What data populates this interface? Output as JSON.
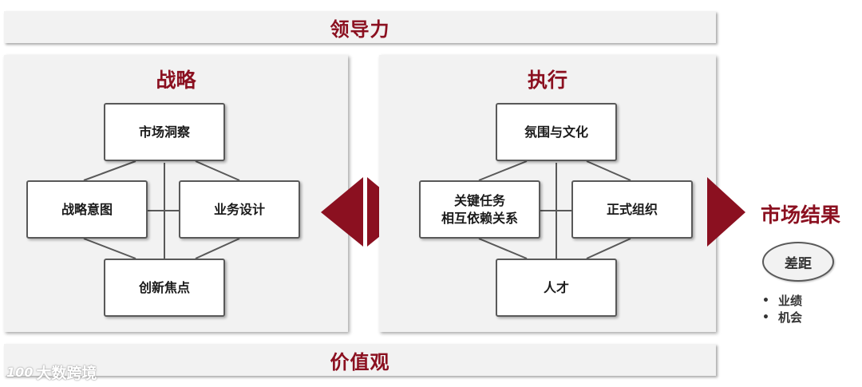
{
  "top_bar": "领导力",
  "bottom_bar": "价值观",
  "strategy": {
    "title": "战略",
    "top": "市场洞察",
    "left": "战略意图",
    "right": "业务设计",
    "bottom": "创新焦点"
  },
  "execution": {
    "title": "执行",
    "top": "氛围与文化",
    "left_line1": "关键任务",
    "left_line2": "相互依赖关系",
    "right": "正式组织",
    "bottom": "人才"
  },
  "result": {
    "title": "市场结果",
    "gap": "差距",
    "bullets": [
      "业绩",
      "机会"
    ]
  },
  "watermark": {
    "logo": "100",
    "text": "大数跨境"
  },
  "colors": {
    "accent": "#8b1020",
    "panel": "#f2f2f2",
    "box_border": "#595959"
  }
}
